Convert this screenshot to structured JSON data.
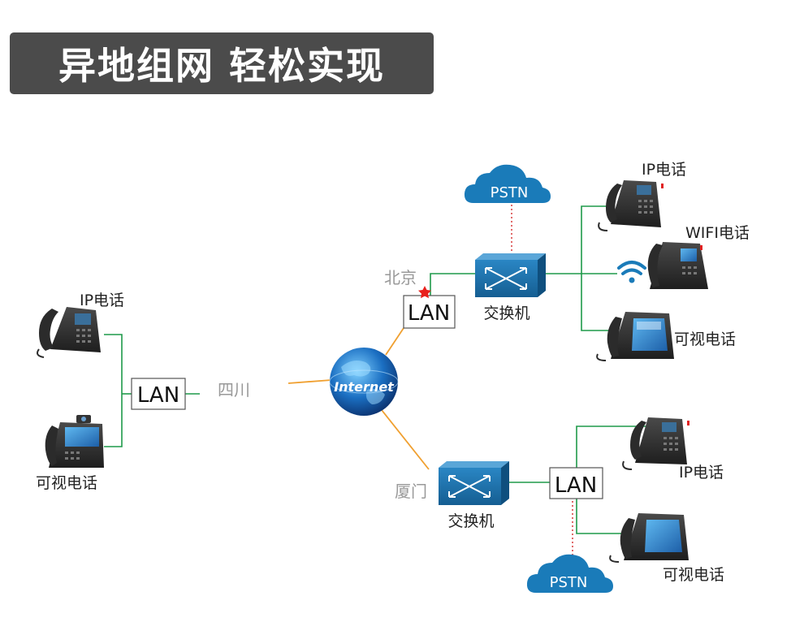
{
  "title": "异地组网 轻松实现",
  "colors": {
    "title_bg": "#4b4b4b",
    "link_green": "#1f9a4a",
    "link_orange": "#f0a030",
    "pstn_dotted": "#d42b2b",
    "switch_blue": "#1e6fa8",
    "cloud_blue": "#1a7bb9",
    "site_gray": "#999999"
  },
  "sites": {
    "sichuan": "四川",
    "beijing": "北京",
    "xiamen": "厦门"
  },
  "internet_label": "Internet",
  "lan_label": "LAN",
  "switch_label": "交换机",
  "pstn_label": "PSTN",
  "devices": {
    "ip_phone": "IP电话",
    "wifi_phone": "WIFI电话",
    "video_phone": "可视电话"
  }
}
